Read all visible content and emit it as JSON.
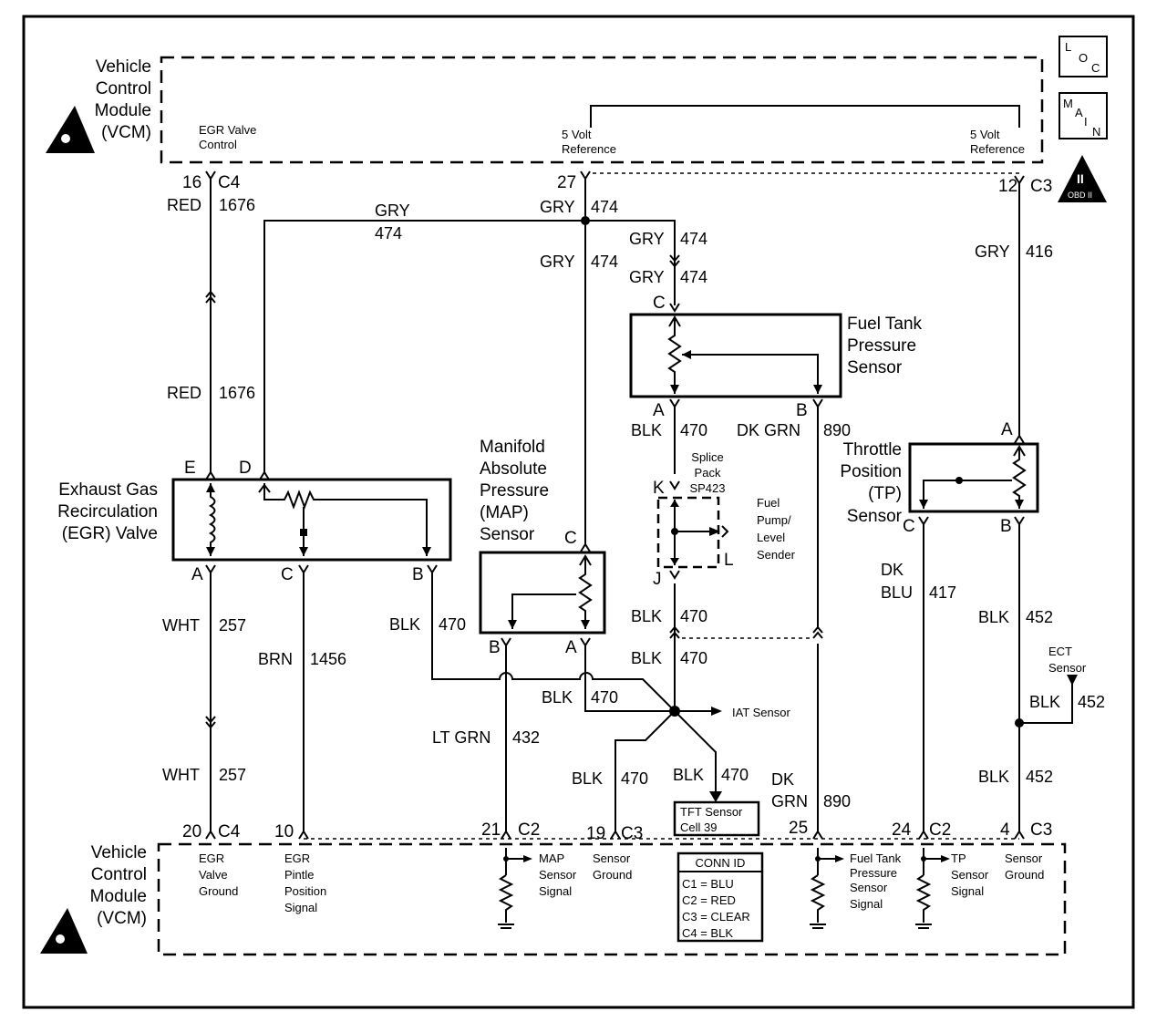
{
  "modules": {
    "vcm_top_name": [
      "Vehicle",
      "Control",
      "Module",
      "(VCM)"
    ],
    "vcm_bottom_name": [
      "Vehicle",
      "Control",
      "Module",
      "(VCM)"
    ],
    "egr_valve_control": [
      "EGR Valve",
      "Control"
    ],
    "ref5v_a": [
      "5 Volt",
      "Reference"
    ],
    "ref5v_b": [
      "5 Volt",
      "Reference"
    ],
    "egr_valve_ground": [
      "EGR",
      "Valve",
      "Ground"
    ],
    "egr_pintle": [
      "EGR",
      "Pintle",
      "Position",
      "Signal"
    ],
    "map_signal": [
      "MAP",
      "Sensor",
      "Signal"
    ],
    "sensor_ground_a": [
      "Sensor",
      "Ground"
    ],
    "ftp_signal": [
      "Fuel Tank",
      "Pressure",
      "Sensor",
      "Signal"
    ],
    "tp_signal": [
      "TP",
      "Sensor",
      "Signal"
    ],
    "sensor_ground_b": [
      "Sensor",
      "Ground"
    ]
  },
  "badges": {
    "loc": [
      "L",
      "O",
      "C"
    ],
    "main": [
      "M",
      "A",
      "I",
      "N"
    ],
    "obd": [
      "II",
      "OBD II"
    ]
  },
  "pins": {
    "p16": "16",
    "c4a": "C4",
    "p27": "27",
    "p12": "12",
    "c3a": "C3",
    "p20": "20",
    "c4b": "C4",
    "p10": "10",
    "p21": "21",
    "c2a": "C2",
    "p19": "19",
    "c3b": "C3",
    "p25": "25",
    "p24": "24",
    "c2b": "C2",
    "p4": "4",
    "c3c": "C3"
  },
  "components": {
    "egr": [
      "Exhaust Gas",
      "Recirculation",
      "(EGR) Valve"
    ],
    "map": [
      "Manifold",
      "Absolute",
      "Pressure",
      "(MAP)",
      "Sensor"
    ],
    "ftp": [
      "Fuel Tank",
      "Pressure",
      "Sensor"
    ],
    "tp": [
      "Throttle",
      "Position",
      "(TP)",
      "Sensor"
    ],
    "splice": [
      "Splice",
      "Pack",
      "SP423"
    ],
    "fuel_pump": [
      "Fuel",
      "Pump/",
      "Level",
      "Sender"
    ],
    "ect": [
      "ECT",
      "Sensor"
    ],
    "iat": "IAT Sensor",
    "tft": [
      "TFT Sensor",
      "Cell 39"
    ]
  },
  "terminals": {
    "egr_e": "E",
    "egr_d": "D",
    "egr_a": "A",
    "egr_c": "C",
    "egr_b": "B",
    "map_c": "C",
    "map_b": "B",
    "map_a": "A",
    "ftp_c": "C",
    "ftp_a": "A",
    "ftp_b": "B",
    "tp_a": "A",
    "tp_c": "C",
    "tp_b": "B",
    "sp_k": "K",
    "sp_j": "J",
    "sp_l": "L"
  },
  "wires": {
    "red1676a": [
      "RED",
      "1676"
    ],
    "red1676b": [
      "RED",
      "1676"
    ],
    "gry474a": [
      "GRY",
      "474"
    ],
    "gry474b": [
      "GRY",
      "474"
    ],
    "gry474c": [
      "GRY",
      "474"
    ],
    "gry474d": [
      "GRY",
      "474"
    ],
    "gry474e": [
      "GRY",
      "474"
    ],
    "gry416": [
      "GRY",
      "416"
    ],
    "blk470a": [
      "BLK",
      "470"
    ],
    "dkgrn890a": [
      "DK GRN",
      "890"
    ],
    "wht257a": [
      "WHT",
      "257"
    ],
    "wht257b": [
      "WHT",
      "257"
    ],
    "brn1456": [
      "BRN",
      "1456"
    ],
    "blk470b": [
      "BLK",
      "470"
    ],
    "blk470c": [
      "BLK",
      "470"
    ],
    "blk470d": [
      "BLK",
      "470"
    ],
    "blk470e": [
      "BLK",
      "470"
    ],
    "ltgrn432": [
      "LT GRN",
      "432"
    ],
    "blk470f": [
      "BLK",
      "470"
    ],
    "blk470g": [
      "BLK",
      "470"
    ],
    "dkgrn890b": [
      "DK",
      "GRN",
      "890"
    ],
    "dkblu417": [
      "DK",
      "BLU",
      "417"
    ],
    "blk452a": [
      "BLK",
      "452"
    ],
    "blk452b": [
      "BLK",
      "452"
    ],
    "blk452c": [
      "BLK",
      "452"
    ]
  },
  "conn_id": {
    "title": "CONN ID",
    "rows": [
      "C1 = BLU",
      "C2 = RED",
      "C3 = CLEAR",
      "C4 = BLK"
    ]
  }
}
